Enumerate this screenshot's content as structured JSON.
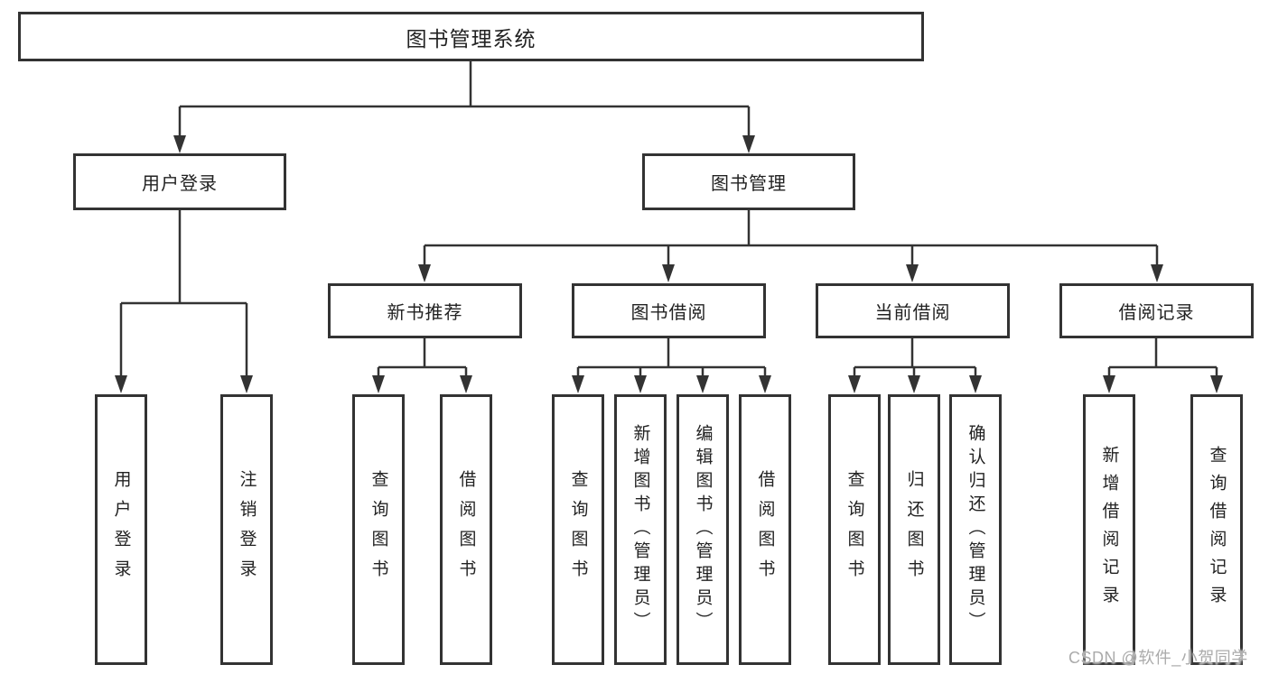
{
  "watermark": {
    "text": "CSDN @软件_小贺同学",
    "color": "#ababab"
  },
  "diagram": {
    "type": "hierarchy-tree",
    "colors": {
      "line": "#333333",
      "box_border": "#333333",
      "box_fill": "#ffffff",
      "text": "#222222"
    },
    "root": {
      "label": "图书管理系统"
    },
    "level2": {
      "user_login": {
        "label": "用户登录"
      },
      "book_management": {
        "label": "图书管理"
      }
    },
    "level3": {
      "new_book_recommend": {
        "label": "新书推荐",
        "parent": "图书管理"
      },
      "book_borrowing": {
        "label": "图书借阅",
        "parent": "图书管理"
      },
      "current_borrowing": {
        "label": "当前借阅",
        "parent": "图书管理"
      },
      "borrowing_records": {
        "label": "借阅记录",
        "parent": "图书管理"
      }
    },
    "leaves": {
      "user_login_leaf": {
        "label": "用户登录",
        "parent": "用户登录"
      },
      "logout_leaf": {
        "label": "注销登录",
        "parent": "用户登录"
      },
      "nbr_query_books": {
        "label": "查询图书",
        "parent": "新书推荐"
      },
      "nbr_borrow_books": {
        "label": "借阅图书",
        "parent": "新书推荐"
      },
      "bb_query_books": {
        "label": "查询图书",
        "parent": "图书借阅"
      },
      "bb_add_books": {
        "label": "新增图书（管理员）",
        "parent": "图书借阅"
      },
      "bb_edit_books": {
        "label": "编辑图书（管理员）",
        "parent": "图书借阅"
      },
      "bb_borrow_books": {
        "label": "借阅图书",
        "parent": "图书借阅"
      },
      "cb_query_books": {
        "label": "查询图书",
        "parent": "当前借阅"
      },
      "cb_return_books": {
        "label": "归还图书",
        "parent": "当前借阅"
      },
      "cb_confirm_return": {
        "label": "确认归还（管理员）",
        "parent": "当前借阅"
      },
      "br_add_record": {
        "label": "新增借阅记录",
        "parent": "借阅记录"
      },
      "br_query_record": {
        "label": "查询借阅记录",
        "parent": "借阅记录"
      }
    }
  }
}
